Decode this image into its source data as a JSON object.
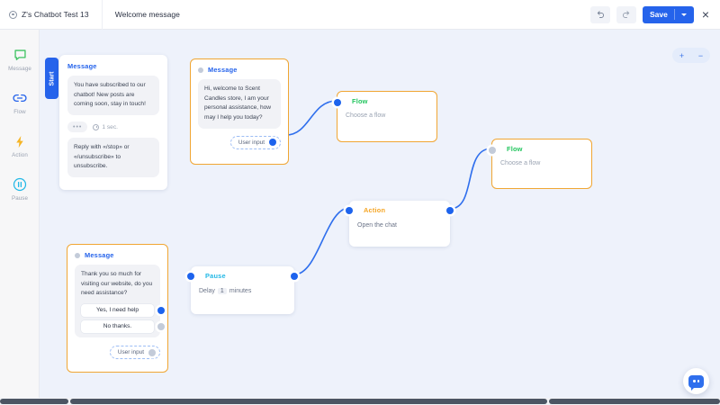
{
  "header": {
    "project_title": "Z's Chatbot Test 13",
    "tab_label": "Welcome message",
    "undo_icon": "undo-arrow",
    "redo_icon": "redo-arrow",
    "save_label": "Save",
    "close_label": "×"
  },
  "sidebar": {
    "items": [
      {
        "label": "Message",
        "icon": "message-bubble-icon",
        "color": "#3fc362"
      },
      {
        "label": "Flow",
        "icon": "link-chain-icon",
        "color": "#2563eb"
      },
      {
        "label": "Action",
        "icon": "lightning-bolt-icon",
        "color": "#f5b425"
      },
      {
        "label": "Pause",
        "icon": "pause-circle-icon",
        "color": "#22b8e6"
      }
    ]
  },
  "canvas": {
    "zoom_in_label": "+",
    "zoom_out_label": "−",
    "start_badge": "Start",
    "nodes": [
      {
        "id": "start-message",
        "type": "Message",
        "title": "Message",
        "text_1": "You have subscribed to our chatbot! New posts are coming soon, stay in touch!",
        "typing_chip": "•••",
        "delay_chip": "1 sec.",
        "text_2": "Reply with «/stop» or «/unsubscribe» to unsubscribe."
      },
      {
        "id": "welcome-message",
        "type": "Message",
        "title": "Message",
        "text_1": "Hi, welcome to Scent Candles store, I am your personal assistance, how may I help you today?",
        "user_input_label": "User input"
      },
      {
        "id": "flow-top",
        "type": "Flow",
        "title": "Flow",
        "placeholder": "Choose a flow"
      },
      {
        "id": "flow-right",
        "type": "Flow",
        "title": "Flow",
        "placeholder": "Choose a flow"
      },
      {
        "id": "action-open-chat",
        "type": "Action",
        "title": "Action",
        "text": "Open the chat"
      },
      {
        "id": "pause-delay",
        "type": "Pause",
        "title": "Pause",
        "delay_prefix": "Delay",
        "delay_value": "1",
        "delay_suffix": "minutes"
      },
      {
        "id": "assistance-message",
        "type": "Message",
        "title": "Message",
        "text_1": "Thank you so much for visiting our website, do you need assistance?",
        "button_1": "Yes, I need help",
        "button_2": "No thanks.",
        "user_input_label": "User input"
      }
    ]
  },
  "widget": {
    "chat_icon": "chat-bubble-icon"
  },
  "colors": {
    "accent_blue": "#2563eb",
    "selected_border": "#f0a633",
    "flow_green": "#22c55e",
    "action_orange": "#f5a524",
    "pause_cyan": "#22b8e6",
    "canvas_bg": "#eef2fb"
  }
}
